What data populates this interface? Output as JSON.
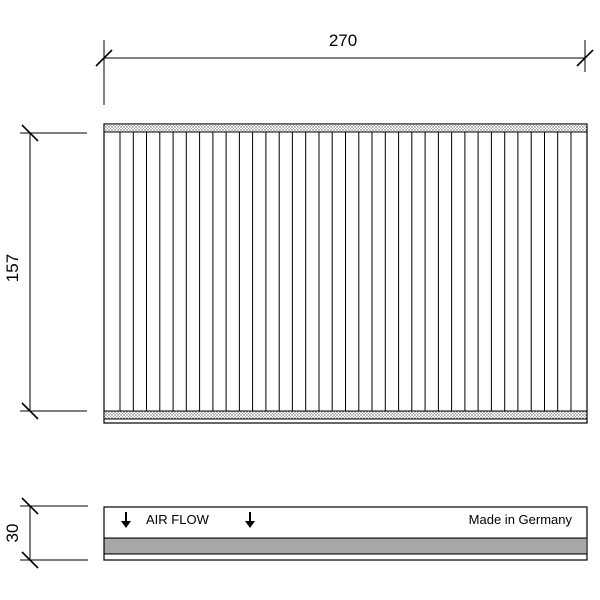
{
  "dimensions": {
    "width": "270",
    "height": "157",
    "thickness": "30"
  },
  "filter": {
    "pleat_count": 35,
    "airflow_label": "AIR FLOW",
    "origin_label": "Made in Germany"
  },
  "icons": {
    "airflow_arrow": "arrow-down-icon"
  },
  "colors": {
    "line": "#000000",
    "hatch": "#7a7a7a"
  }
}
